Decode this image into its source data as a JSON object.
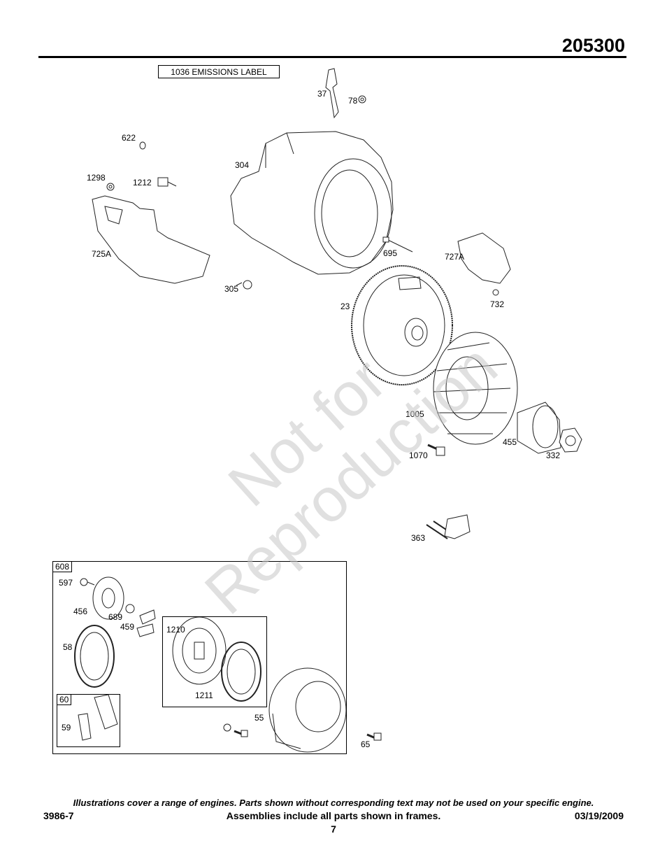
{
  "header": {
    "model_number": "205300"
  },
  "emissions_label": "1036 EMISSIONS LABEL",
  "callouts": {
    "c37": "37",
    "c78": "78",
    "c622": "622",
    "c304": "304",
    "c1298": "1298",
    "c1212": "1212",
    "c725A": "725A",
    "c305": "305",
    "c695": "695",
    "c727A": "727A",
    "c732": "732",
    "c23": "23",
    "c1005": "1005",
    "c1070": "1070",
    "c455": "455",
    "c332": "332",
    "c363": "363",
    "c597": "597",
    "c456": "456",
    "c689": "689",
    "c459": "459",
    "c58": "58",
    "c1210": "1210",
    "c1211": "1211",
    "c55": "55",
    "c59": "59",
    "c65": "65"
  },
  "frames": {
    "f608": "608",
    "f60": "60"
  },
  "watermark": {
    "line1": "Not for",
    "line2": "Reproduction"
  },
  "footer": {
    "note": "Illustrations cover a range of engines. Parts shown without corresponding text may not be used on your specific engine.",
    "doc_number": "3986-7",
    "assemblies": "Assemblies include all parts shown in frames.",
    "date": "03/19/2009",
    "page": "7"
  }
}
